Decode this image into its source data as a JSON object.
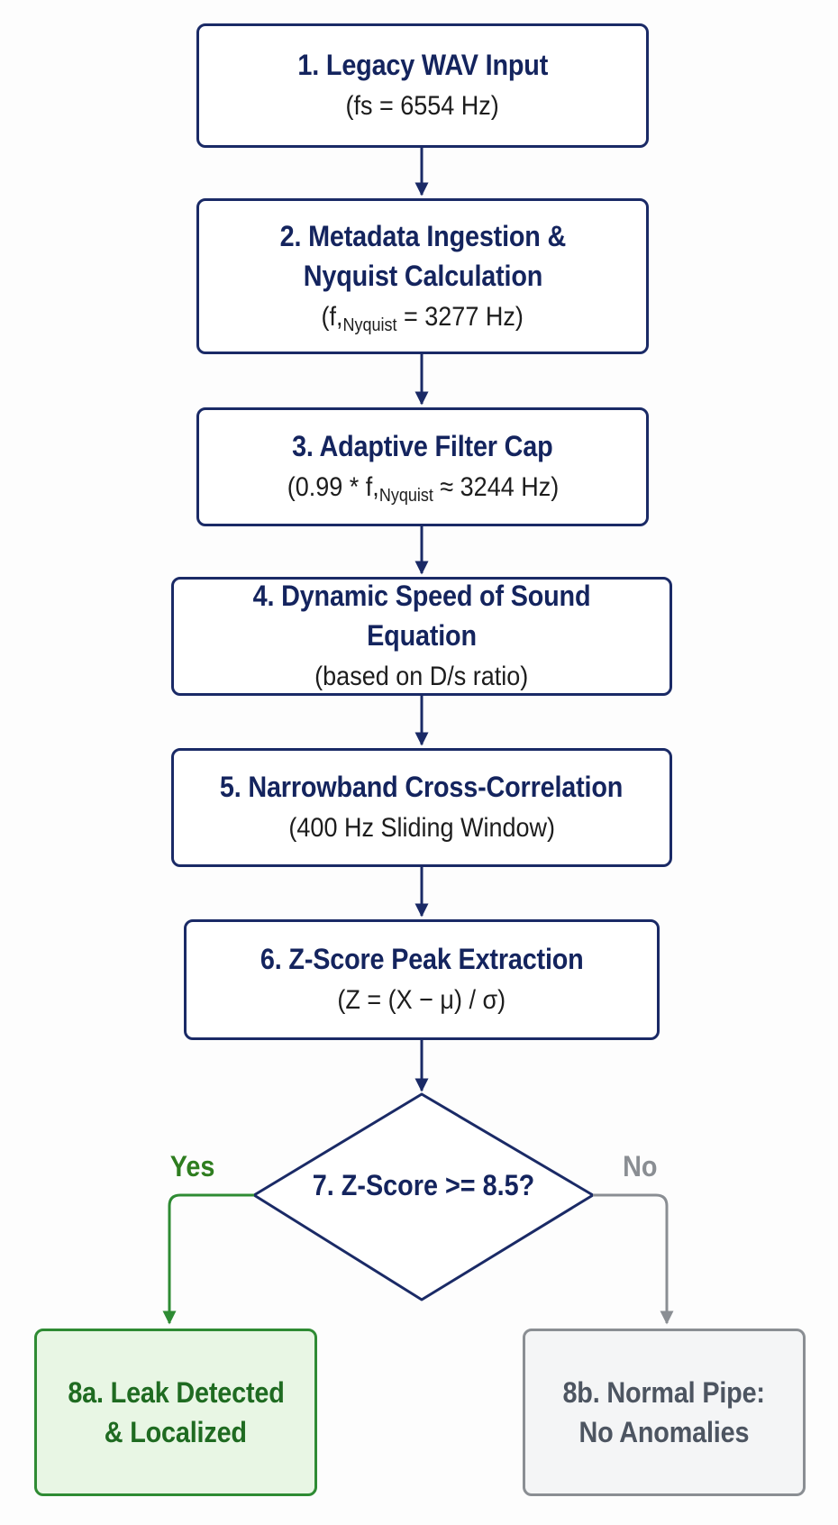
{
  "steps": [
    {
      "title": "1. Legacy WAV Input",
      "detail": "(fs = 6554 Hz)"
    },
    {
      "title": "2. Metadata Ingestion &",
      "title_line2": "Nyquist Calculation",
      "detail_pre": "(f,",
      "detail_sub": "Nyquist",
      "detail_post": " = 3277 Hz)"
    },
    {
      "title": "3. Adaptive Filter Cap",
      "detail_pre": "(0.99 * f,",
      "detail_sub": "Nyquist",
      "detail_post": " ≈ 3244 Hz)"
    },
    {
      "title": "4. Dynamic Speed of Sound Equation",
      "detail": "(based on D/s ratio)"
    },
    {
      "title": "5. Narrowband Cross-Correlation",
      "detail": "(400 Hz Sliding Window)"
    },
    {
      "title": "6. Z-Score Peak Extraction",
      "detail": "(Z = (X − μ) / σ)"
    }
  ],
  "decision": {
    "text": "7. Z-Score >= 8.5?",
    "yes_label": "Yes",
    "no_label": "No"
  },
  "outcomes": {
    "yes": {
      "line1": "8a. Leak Detected",
      "line2": "& Localized"
    },
    "no": {
      "line1": "8b. Normal Pipe:",
      "line2": "No Anomalies"
    }
  },
  "colors": {
    "primary": "#1a2a66",
    "yes": "#2e8b33",
    "yes_fill": "#e8f6e4",
    "no": "#8a8e93",
    "no_fill": "#f4f5f6"
  }
}
